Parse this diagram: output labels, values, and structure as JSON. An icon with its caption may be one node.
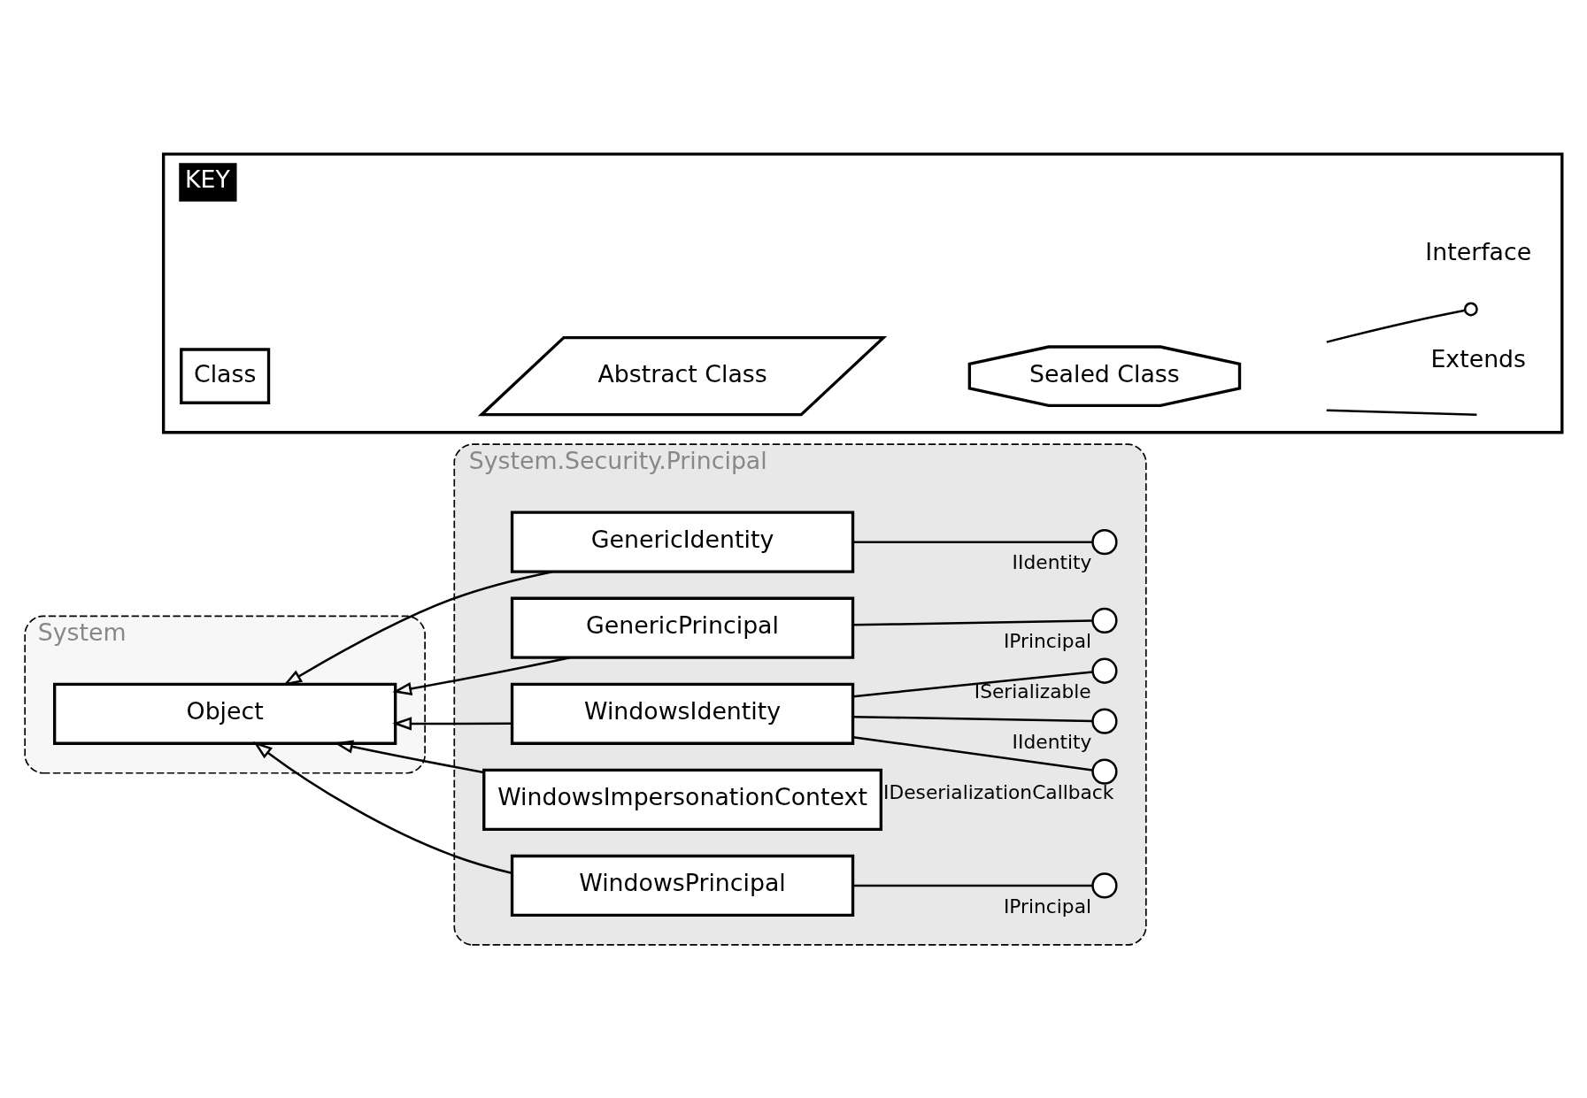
{
  "diagram": {
    "nodes": [
      {
        "text": [
          "System"
        ]
      },
      {
        "text": [
          "Object"
        ],
        "in": 0
      },
      {
        "text": [
          "System.Security.Principal"
        ]
      },
      {
        "text": [
          "GenericIdentity"
        ],
        "in": 2
      },
      {
        "text": [
          "GenericPrincipal"
        ],
        "in": 2
      },
      {
        "text": [
          "WindowsIdentity"
        ],
        "in": 2
      },
      {
        "text": [
          "WindowsImpersonationContext"
        ],
        "in": 2
      },
      {
        "text": [
          "WindowsPrincipal"
        ],
        "in": 2
      },
      {
        "text": [],
        "shape": "circle",
        "beside": [
          "IIdentity"
        ],
        "in": 2
      },
      {
        "text": [],
        "shape": "circle",
        "beside": [
          "IPrincipal"
        ],
        "in": 2
      },
      {
        "text": [],
        "shape": "circle",
        "beside": [
          "IDeserializationCallback"
        ],
        "in": 2
      },
      {
        "text": [],
        "shape": "circle",
        "beside": [
          "IIdentity"
        ],
        "in": 2
      },
      {
        "text": [],
        "shape": "circle",
        "beside": [
          "ISerializable"
        ],
        "in": 2
      },
      {
        "text": [],
        "shape": "circle",
        "beside": [
          "IPrincipal"
        ],
        "in": 2
      },
      {
        "text": [
          "KEY"
        ]
      }
    ],
    "edges": [
      {
        "from": 3,
        "to": 1,
        "arrow": "to"
      },
      {
        "from": 4,
        "to": 1,
        "arrow": "to"
      },
      {
        "from": 5,
        "to": 1,
        "arrow": "to"
      },
      {
        "from": 6,
        "to": 1,
        "arrow": "to"
      },
      {
        "from": 7,
        "to": 1,
        "arrow": "to"
      },
      {
        "from": 3,
        "to": 8,
        "arrow": "none"
      },
      {
        "from": 4,
        "to": 9,
        "arrow": "none"
      },
      {
        "from": 5,
        "to": 10,
        "arrow": "none"
      },
      {
        "from": 5,
        "to": 11,
        "arrow": "none"
      },
      {
        "from": 5,
        "to": 12,
        "arrow": "none"
      },
      {
        "from": 7,
        "to": 13,
        "arrow": "none"
      }
    ],
    "legend": [
      {
        "text": "Class"
      },
      {
        "text": "Abstract Class"
      },
      {
        "text": "Sealed Class"
      },
      {
        "text": "Extends"
      },
      {
        "text": "Interface"
      }
    ]
  }
}
